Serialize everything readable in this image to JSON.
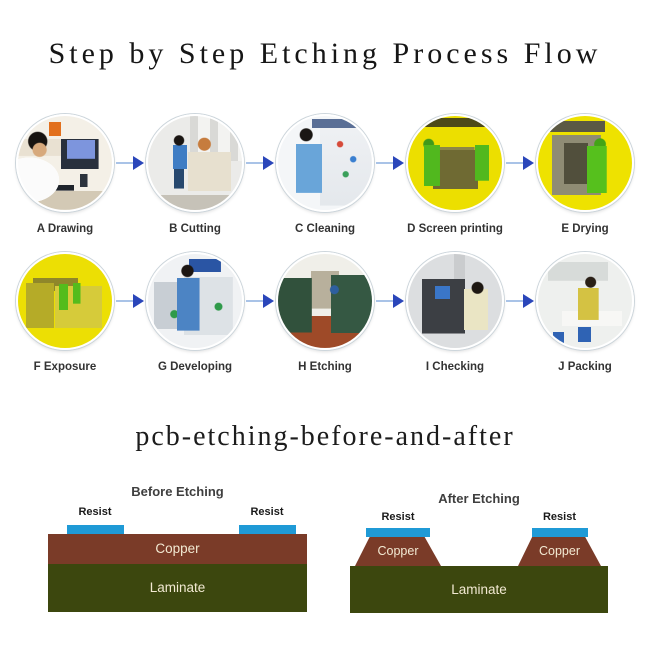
{
  "title": "Step by Step Etching Process Flow",
  "subtitle": "pcb-etching-before-and-after",
  "flow": {
    "steps": [
      {
        "id": "a",
        "label": "A Drawing",
        "photo": "engineer-designing-at-computer"
      },
      {
        "id": "b",
        "label": "B Cutting",
        "photo": "worker-at-cutting-machine"
      },
      {
        "id": "c",
        "label": "C Cleaning",
        "photo": "worker-at-cleaning-equipment"
      },
      {
        "id": "d",
        "label": "D Screen printing",
        "photo": "yellow-room-screen-printing-machine"
      },
      {
        "id": "e",
        "label": "E Drying",
        "photo": "yellow-room-drying-oven-worker"
      },
      {
        "id": "f",
        "label": "F Exposure",
        "photo": "yellow-room-exposure-machines"
      },
      {
        "id": "g",
        "label": "G Developing",
        "photo": "worker-at-developing-line"
      },
      {
        "id": "h",
        "label": "H Etching",
        "photo": "etching-production-line-aisle"
      },
      {
        "id": "i",
        "label": "I Checking",
        "photo": "operator-at-inspection-machine"
      },
      {
        "id": "j",
        "label": "J Packing",
        "photo": "worker-at-packing-bench"
      }
    ]
  },
  "diagram": {
    "before": {
      "title": "Before Etching",
      "resist": "Resist",
      "copper": "Copper",
      "laminate": "Laminate"
    },
    "after": {
      "title": "After Etching",
      "resist": "Resist",
      "copper": "Copper",
      "laminate": "Laminate"
    },
    "colors": {
      "resist": "#1f9ad6",
      "copper": "#7a3b28",
      "laminate": "#3c470e",
      "arrow": "#2a46ba",
      "arrow-line": "#a9c3e7"
    }
  }
}
